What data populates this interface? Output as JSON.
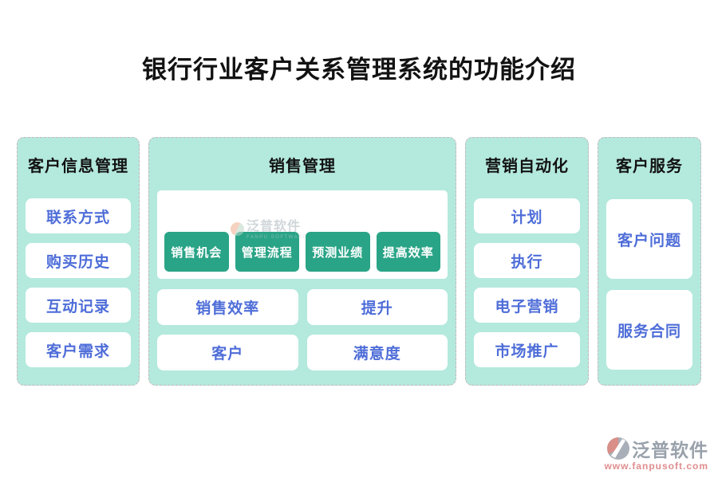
{
  "page": {
    "title": "银行行业客户关系管理系统的功能介绍"
  },
  "colors": {
    "panel_bg": "#b4e9dd",
    "panel_border": "#c9b6ba",
    "node_bg": "#ffffff",
    "node_text": "#4e6dd8",
    "accent_button": "#2aa487",
    "title_text": "#121212",
    "logo_gray": "#99a1ab",
    "logo_salmon": "#e08d8e"
  },
  "panels": [
    {
      "title": "客户信息管理",
      "items": [
        "联系方式",
        "购买历史",
        "互动记录",
        "客户需求"
      ]
    },
    {
      "title": "销售管理",
      "buttons": [
        "销售机会",
        "管理流程",
        "预测业绩",
        "提高效率"
      ],
      "grid_items": [
        "销售效率",
        "提升",
        "客户",
        "满意度"
      ]
    },
    {
      "title": "营销自动化",
      "items": [
        "计划",
        "执行",
        "电子营销",
        "市场推广"
      ]
    },
    {
      "title": "客户服务",
      "items": [
        "客户问题",
        "服务合同"
      ]
    }
  ],
  "watermark": {
    "brand": "泛普软件",
    "subtext": "FANPU SOFTWARE"
  },
  "footer_logo": {
    "brand": "泛普软件",
    "url": "www.fanpusoft.com"
  }
}
